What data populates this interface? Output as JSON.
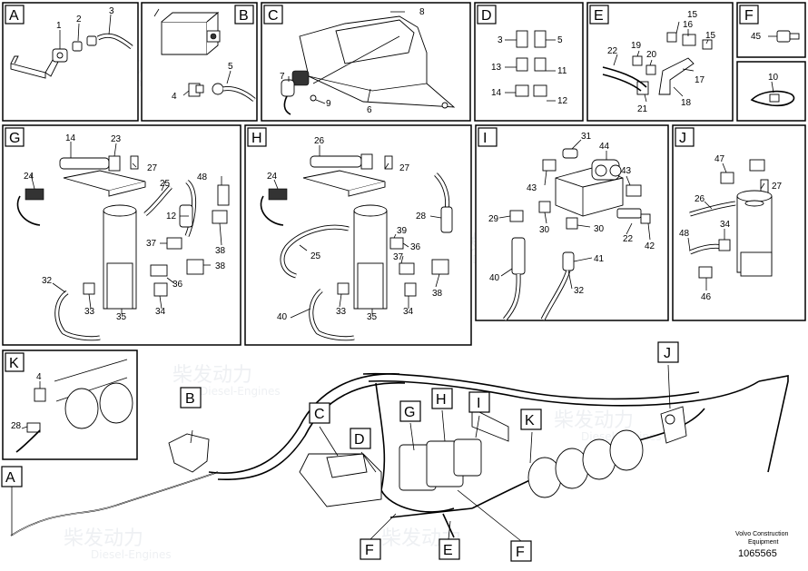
{
  "panels": {
    "A": {
      "label": "A",
      "callouts": [
        "1",
        "2",
        "3"
      ]
    },
    "B": {
      "label": "B",
      "callouts": [
        "4",
        "5"
      ]
    },
    "C": {
      "label": "C",
      "callouts": [
        "7",
        "8",
        "9",
        "6"
      ]
    },
    "D": {
      "label": "D",
      "callouts": [
        "3",
        "5",
        "13",
        "11",
        "14",
        "12"
      ]
    },
    "E": {
      "label": "E",
      "callouts": [
        "15",
        "16",
        "15",
        "22",
        "19",
        "20",
        "17",
        "18",
        "21"
      ]
    },
    "F": {
      "label": "F",
      "callouts": [
        "45"
      ]
    },
    "G": {
      "label": "G",
      "callouts": [
        "14",
        "23",
        "27",
        "24",
        "25",
        "48",
        "12",
        "37",
        "38",
        "38",
        "32",
        "36",
        "33",
        "35",
        "34"
      ]
    },
    "H": {
      "label": "H",
      "callouts": [
        "26",
        "27",
        "24",
        "28",
        "25",
        "39",
        "36",
        "37",
        "38",
        "40",
        "33",
        "35",
        "34"
      ]
    },
    "I": {
      "label": "I",
      "callouts": [
        "31",
        "44",
        "43",
        "43",
        "29",
        "30",
        "30",
        "22",
        "42",
        "41",
        "40",
        "32"
      ]
    },
    "J": {
      "label": "J",
      "callouts": [
        "47",
        "27",
        "26",
        "34",
        "48",
        "46"
      ]
    },
    "K": {
      "label": "K",
      "callouts": [
        "4",
        "28"
      ]
    },
    "tie": {
      "callouts": [
        "10"
      ]
    }
  },
  "overview_tags": [
    "B",
    "C",
    "D",
    "G",
    "H",
    "I",
    "K",
    "J",
    "A",
    "F",
    "E",
    "F"
  ],
  "watermark": {
    "cn": "柴发动力",
    "en": "Diesel-Engines"
  },
  "footer": {
    "brand": "Volvo Construction",
    "sub": "Equipment",
    "number": "1065565"
  }
}
